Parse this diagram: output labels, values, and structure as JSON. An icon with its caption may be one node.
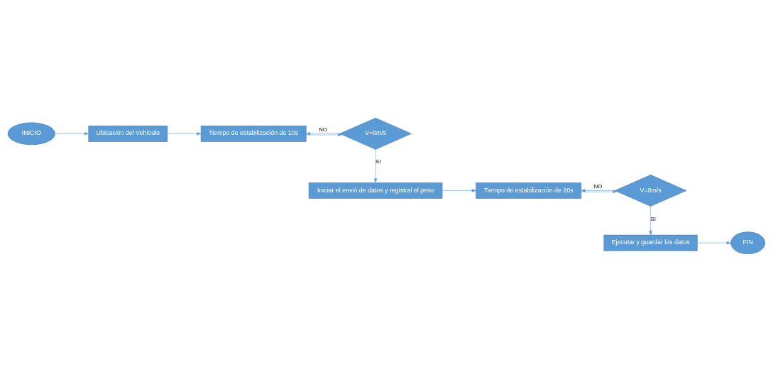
{
  "diagram": {
    "nodes": [
      {
        "text": [
          "INICIO"
        ]
      },
      {
        "text": [
          "Ubicación del Vehículo"
        ]
      },
      {
        "text": [
          "Tiempo de estabilización de 10s"
        ]
      },
      {
        "text": [
          "V=0m/s"
        ]
      },
      {
        "text": [
          "Iniciar el envió de datos y registral el peso"
        ]
      },
      {
        "text": [
          "Tiempo de estabilización de 20s"
        ]
      },
      {
        "text": [
          "V=0m/s"
        ]
      },
      {
        "text": [
          "Ejecutar y guardar los datos"
        ]
      },
      {
        "text": [
          "FIN"
        ]
      }
    ],
    "edges": [
      {
        "from": 0,
        "to": 1,
        "arrow": "to"
      },
      {
        "from": 1,
        "to": 2,
        "arrow": "to"
      },
      {
        "from": 2,
        "to": 3,
        "arrow": "to"
      },
      {
        "from": 3,
        "to": 2,
        "arrow": "to",
        "label": "NO"
      },
      {
        "from": 3,
        "to": 4,
        "arrow": "to",
        "label": "SI"
      },
      {
        "from": 4,
        "to": 5,
        "arrow": "to"
      },
      {
        "from": 5,
        "to": 6,
        "arrow": "to"
      },
      {
        "from": 6,
        "to": 5,
        "arrow": "to",
        "label": "NO"
      },
      {
        "from": 6,
        "to": 7,
        "arrow": "to",
        "label": "SI"
      },
      {
        "from": 7,
        "to": 8,
        "arrow": "to"
      }
    ]
  }
}
